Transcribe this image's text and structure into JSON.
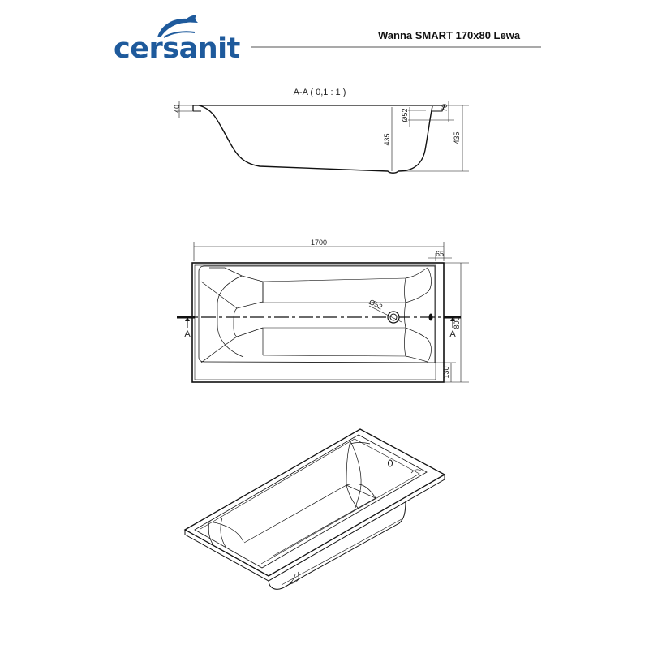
{
  "header": {
    "brand": "cersanit",
    "brand_color": "#1e5a9c",
    "logo_icon": "dolphin-icon",
    "product_title": "Wanna SMART 170x80 Lewa"
  },
  "section_view": {
    "title": "A-A ( 0,1 : 1 )",
    "dimensions": {
      "rim_height": "40",
      "inner_depth": "435",
      "overflow_diameter": "Ø52",
      "overflow_offset": "70",
      "total_height": "435"
    }
  },
  "plan_view": {
    "dimensions": {
      "length": "1700",
      "rim_width": "65",
      "width": "800",
      "front_rim": "130",
      "drain_diameter": "Ø52"
    },
    "section_marker_left": "A",
    "section_marker_right": "A"
  },
  "iso_view": {
    "label": "isometric-view"
  }
}
